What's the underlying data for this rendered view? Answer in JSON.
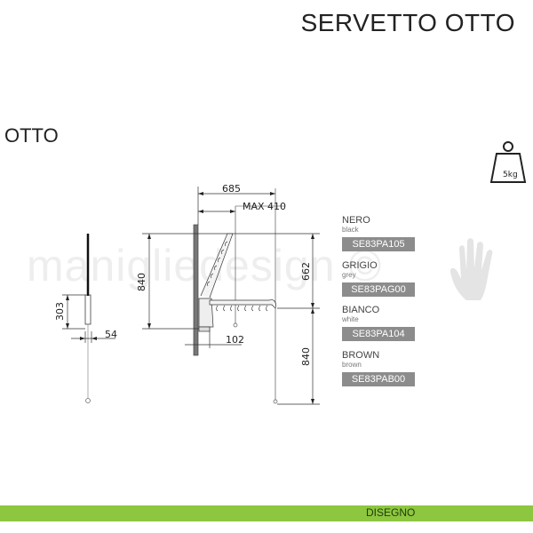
{
  "header": {
    "title": "SERVETTO OTTO",
    "model": "OTTO"
  },
  "watermark": "manigliedesign ©",
  "load_icon": {
    "icon": "weight-icon",
    "label": "5kg"
  },
  "dimensions": {
    "side_height": "303",
    "side_depth": "54",
    "total_depth": "685",
    "max_extension": "MAX 410",
    "height_left": "840",
    "upper_height": "662",
    "lower_height": "840",
    "wall_offset": "102"
  },
  "colors": [
    {
      "name": "NERO",
      "sub": "black",
      "code": "SE83PA105"
    },
    {
      "name": "GRIGIO",
      "sub": "grey",
      "code": "SE83PAG00"
    },
    {
      "name": "BIANCO",
      "sub": "white",
      "code": "SE83PA104"
    },
    {
      "name": "BROWN",
      "sub": "brown",
      "code": "SE83PAB00"
    }
  ],
  "footer": {
    "label": "DISEGNO",
    "color": "#8dc63f"
  }
}
